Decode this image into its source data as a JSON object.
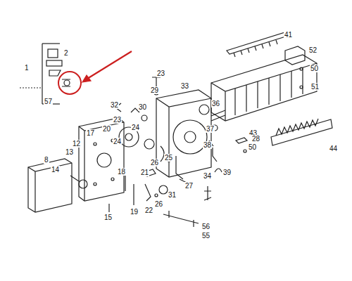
{
  "diagram": {
    "labels": [
      "2",
      "41",
      "52",
      "1",
      "50",
      "23",
      "51",
      "29",
      "33",
      "57",
      "32",
      "36",
      "30",
      "23",
      "24",
      "20",
      "17",
      "37",
      "43",
      "28",
      "24",
      "38",
      "50",
      "12",
      "44",
      "13",
      "25",
      "8",
      "26",
      "18",
      "14",
      "21",
      "39",
      "34",
      "27",
      "31",
      "26",
      "22",
      "19",
      "15",
      "56",
      "55"
    ]
  }
}
